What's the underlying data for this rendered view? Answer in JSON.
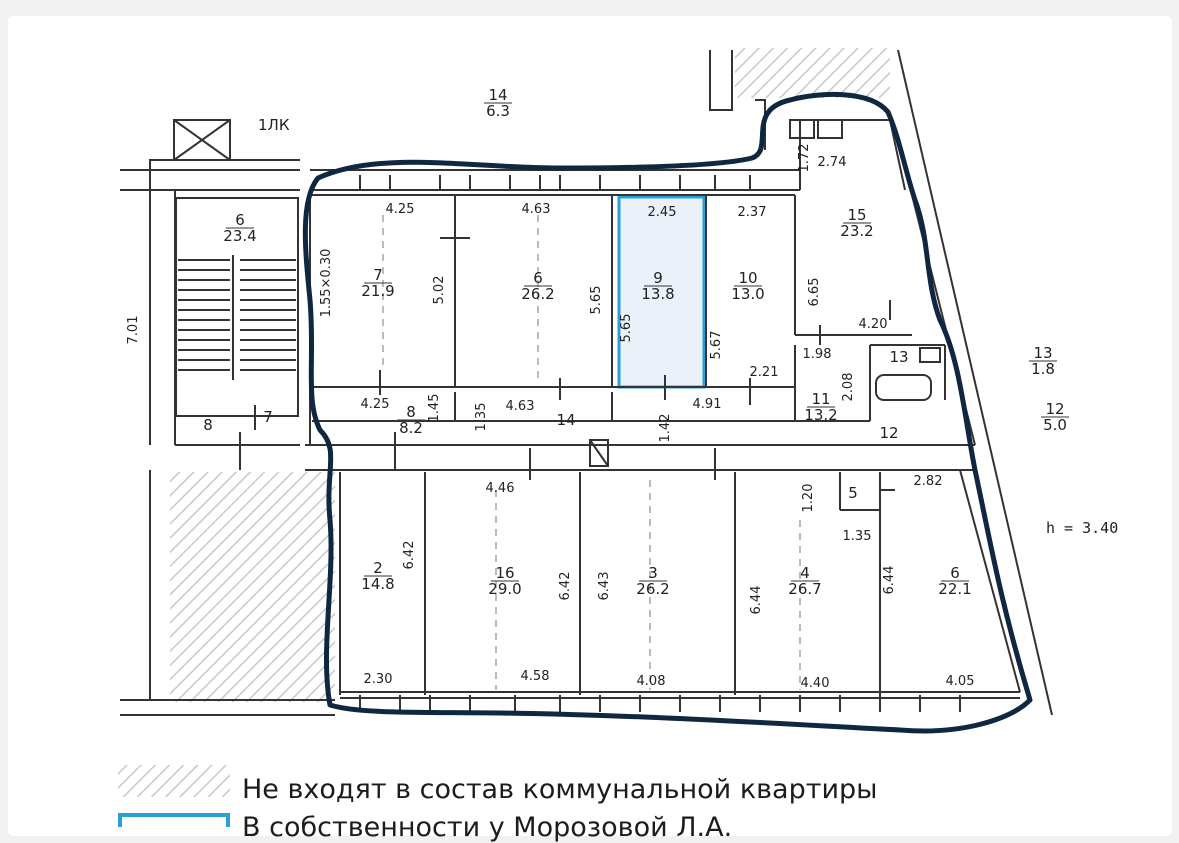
{
  "plan": {
    "stair_label": "1ЛК",
    "height_label": "h  =  3.40",
    "rooms": [
      {
        "id": "r14",
        "num": "14",
        "area": "6.3"
      },
      {
        "id": "r6s",
        "num": "6",
        "area": "23.4"
      },
      {
        "id": "r7",
        "num": "7",
        "area": "21.9"
      },
      {
        "id": "r6",
        "num": "6",
        "area": "26.2"
      },
      {
        "id": "r9",
        "num": "9",
        "area": "13.8"
      },
      {
        "id": "r10",
        "num": "10",
        "area": "13.0"
      },
      {
        "id": "r15",
        "num": "15",
        "area": "23.2"
      },
      {
        "id": "r13",
        "num": "13",
        "area": "1.8"
      },
      {
        "id": "r12",
        "num": "12",
        "area": "5.0"
      },
      {
        "id": "r8b",
        "num": "8",
        "area": "8.2"
      },
      {
        "id": "r11",
        "num": "11",
        "area": "13.2"
      },
      {
        "id": "r2",
        "num": "2",
        "area": "14.8"
      },
      {
        "id": "r16",
        "num": "16",
        "area": "29.0"
      },
      {
        "id": "r3",
        "num": "3",
        "area": "26.2"
      },
      {
        "id": "r4",
        "num": "4",
        "area": "26.7"
      },
      {
        "id": "r6b",
        "num": "6",
        "area": "22.1"
      }
    ],
    "single_labels": [
      "8",
      "7",
      "14",
      "13",
      "12",
      "5"
    ],
    "dimensions": [
      "4.25",
      "4.63",
      "2.45",
      "2.37",
      "2.74",
      "1.72",
      "1.55×0.30",
      "5.02",
      "5.65",
      "5.65",
      "5.67",
      "6.65",
      "4.20",
      "1.98",
      "2.21",
      "2.08",
      "4.25",
      "1.45",
      "1.35",
      "4.63",
      "1.42",
      "4.91",
      "7.01",
      "4.46",
      "1.20",
      "2.82",
      "1.35",
      "6.42",
      "6.42",
      "6.43",
      "6.44",
      "6.44",
      "2.30",
      "4.58",
      "4.08",
      "4.40",
      "4.05"
    ]
  },
  "legend": {
    "hatched_text": "Не входят в состав коммунальной квартиры",
    "selected_text": "В собственности у Морозовой Л.А."
  },
  "colors": {
    "outline": "#0f2740",
    "highlight": "#2a9fd6",
    "highlight_fill": "#eaf1f8",
    "wall": "#333333"
  }
}
